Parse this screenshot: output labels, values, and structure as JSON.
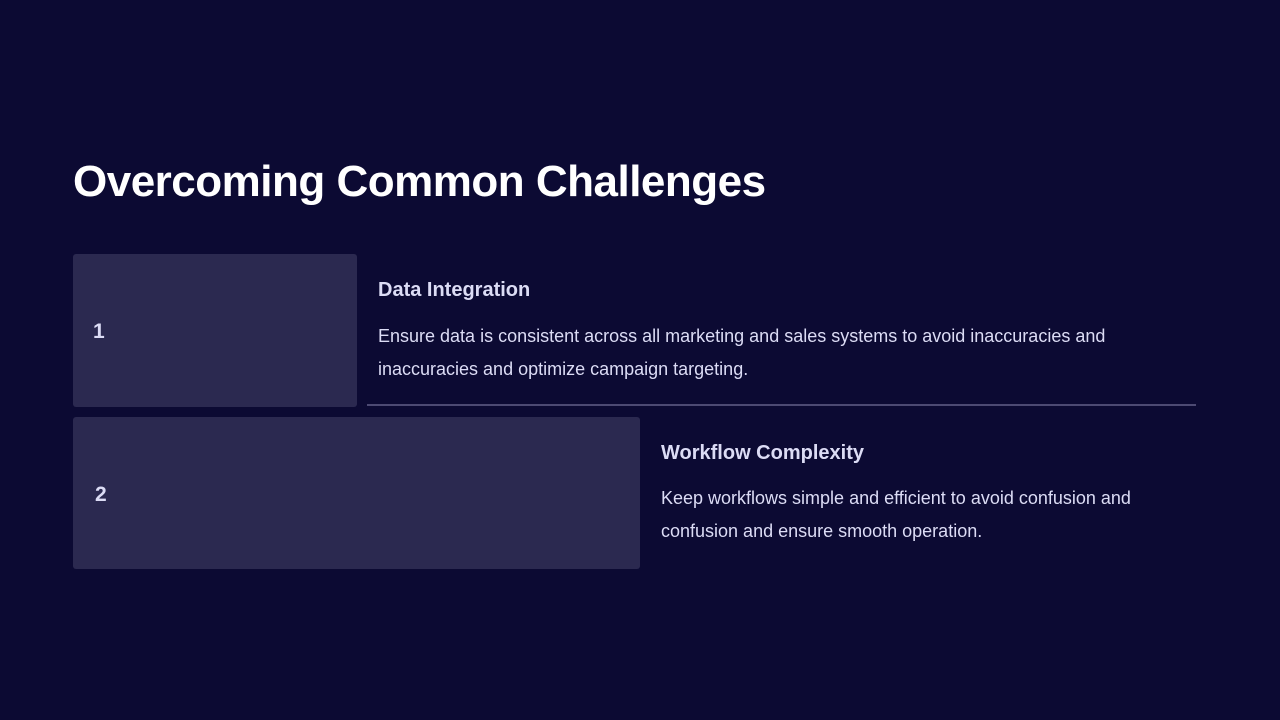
{
  "slide": {
    "title": "Overcoming Common Challenges",
    "colors": {
      "background": "#0c0a33",
      "card": "#2b2950",
      "title": "#ffffff",
      "text": "#dcdcf5",
      "divider": "#4d4a73"
    },
    "items": [
      {
        "number": "1",
        "heading": "Data Integration",
        "body": "Ensure data is consistent across all marketing and sales systems to avoid inaccuracies and inaccuracies and optimize campaign targeting."
      },
      {
        "number": "2",
        "heading": "Workflow Complexity",
        "body": "Keep workflows simple and efficient to avoid confusion and confusion and ensure smooth operation."
      }
    ]
  }
}
